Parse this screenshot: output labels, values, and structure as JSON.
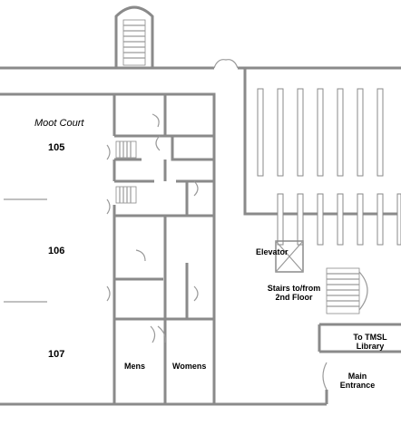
{
  "labels": {
    "moot_court": "Moot Court",
    "room_105": "105",
    "room_106": "106",
    "room_107": "107",
    "elevator": "Elevator",
    "stairs": "Stairs to/from 2nd Floor",
    "tmsl_library": "To TMSL Library",
    "main_entrance": "Main Entrance",
    "mens": "Mens",
    "womens": "Womens"
  },
  "colors": {
    "wall": "#8a8a8a",
    "background": "#ffffff",
    "text": "#000000"
  }
}
